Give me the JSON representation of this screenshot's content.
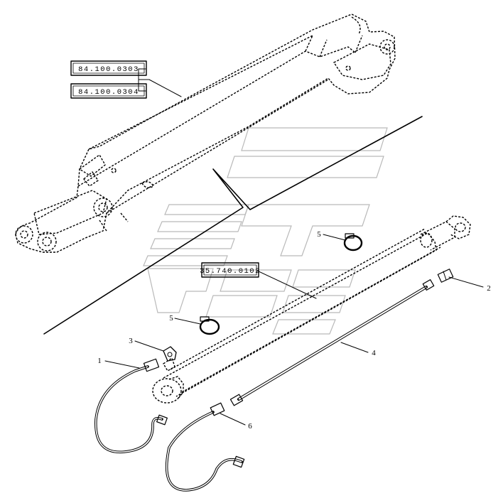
{
  "references": [
    {
      "id": "ref-84-100-0303",
      "text": "84.100.0303"
    },
    {
      "id": "ref-84-100-0304",
      "text": "84.100.0304"
    },
    {
      "id": "ref-35-740-0102",
      "text": "35.740.0102"
    }
  ],
  "callouts": [
    {
      "id": "callout-1",
      "text": "1"
    },
    {
      "id": "callout-2",
      "text": "2"
    },
    {
      "id": "callout-3",
      "text": "3"
    },
    {
      "id": "callout-4",
      "text": "4"
    },
    {
      "id": "callout-5-upper",
      "text": "5"
    },
    {
      "id": "callout-5-lower",
      "text": "5"
    },
    {
      "id": "callout-6",
      "text": "6"
    }
  ],
  "colors": {
    "ink": "#000000",
    "watermark": "#b9b9b9",
    "background": "#ffffff"
  }
}
